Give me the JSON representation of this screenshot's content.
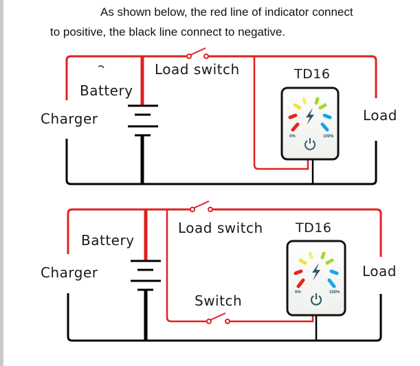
{
  "caption": {
    "line1": "As shown below, the red line of indicator connect",
    "line2": "to positive, the black line connect to negative."
  },
  "colors": {
    "positive_wire": "#e02020",
    "negative_wire": "#000000",
    "led_segments": [
      "#e8231e",
      "#e8231e",
      "#f2e23a",
      "#eef07a",
      "#a3d82c",
      "#a3d82c",
      "#1aa3e6",
      "#1aa3e6"
    ]
  },
  "diagrams": [
    {
      "id": "diagram-1",
      "labels": {
        "charger": "Charger",
        "battery": "Battery",
        "load_switch": "Load switch",
        "load": "Load",
        "device": "TD16"
      },
      "device": {
        "min_label": "0%",
        "max_label": "100%",
        "icons": [
          "lightning-icon",
          "power-icon"
        ]
      }
    },
    {
      "id": "diagram-2",
      "labels": {
        "charger": "Charger",
        "battery": "Battery",
        "load_switch": "Load switch",
        "switch": "Switch",
        "load": "Load",
        "device": "TD16"
      },
      "device": {
        "min_label": "0%",
        "max_label": "100%",
        "icons": [
          "lightning-icon",
          "power-icon"
        ]
      }
    }
  ]
}
